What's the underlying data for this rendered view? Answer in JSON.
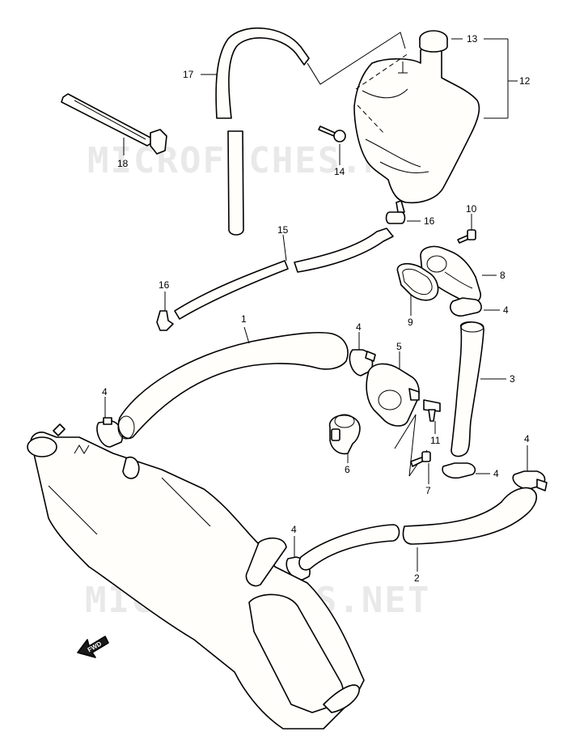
{
  "watermark": "MICROFICHES.NET",
  "fwd_label": "FWD",
  "callouts": [
    {
      "id": "c1",
      "text": "1"
    },
    {
      "id": "c2",
      "text": "2"
    },
    {
      "id": "c3",
      "text": "3"
    },
    {
      "id": "c4a",
      "text": "4"
    },
    {
      "id": "c4b",
      "text": "4"
    },
    {
      "id": "c4c",
      "text": "4"
    },
    {
      "id": "c4d",
      "text": "4"
    },
    {
      "id": "c4e",
      "text": "4"
    },
    {
      "id": "c4f",
      "text": "4"
    },
    {
      "id": "c5",
      "text": "5"
    },
    {
      "id": "c6",
      "text": "6"
    },
    {
      "id": "c7",
      "text": "7"
    },
    {
      "id": "c8",
      "text": "8"
    },
    {
      "id": "c9",
      "text": "9"
    },
    {
      "id": "c10",
      "text": "10"
    },
    {
      "id": "c11",
      "text": "11"
    },
    {
      "id": "c12",
      "text": "12"
    },
    {
      "id": "c13",
      "text": "13"
    },
    {
      "id": "c14",
      "text": "14"
    },
    {
      "id": "c15",
      "text": "15"
    },
    {
      "id": "c16a",
      "text": "16"
    },
    {
      "id": "c16b",
      "text": "16"
    },
    {
      "id": "c17",
      "text": "17"
    },
    {
      "id": "c18",
      "text": "18"
    }
  ]
}
